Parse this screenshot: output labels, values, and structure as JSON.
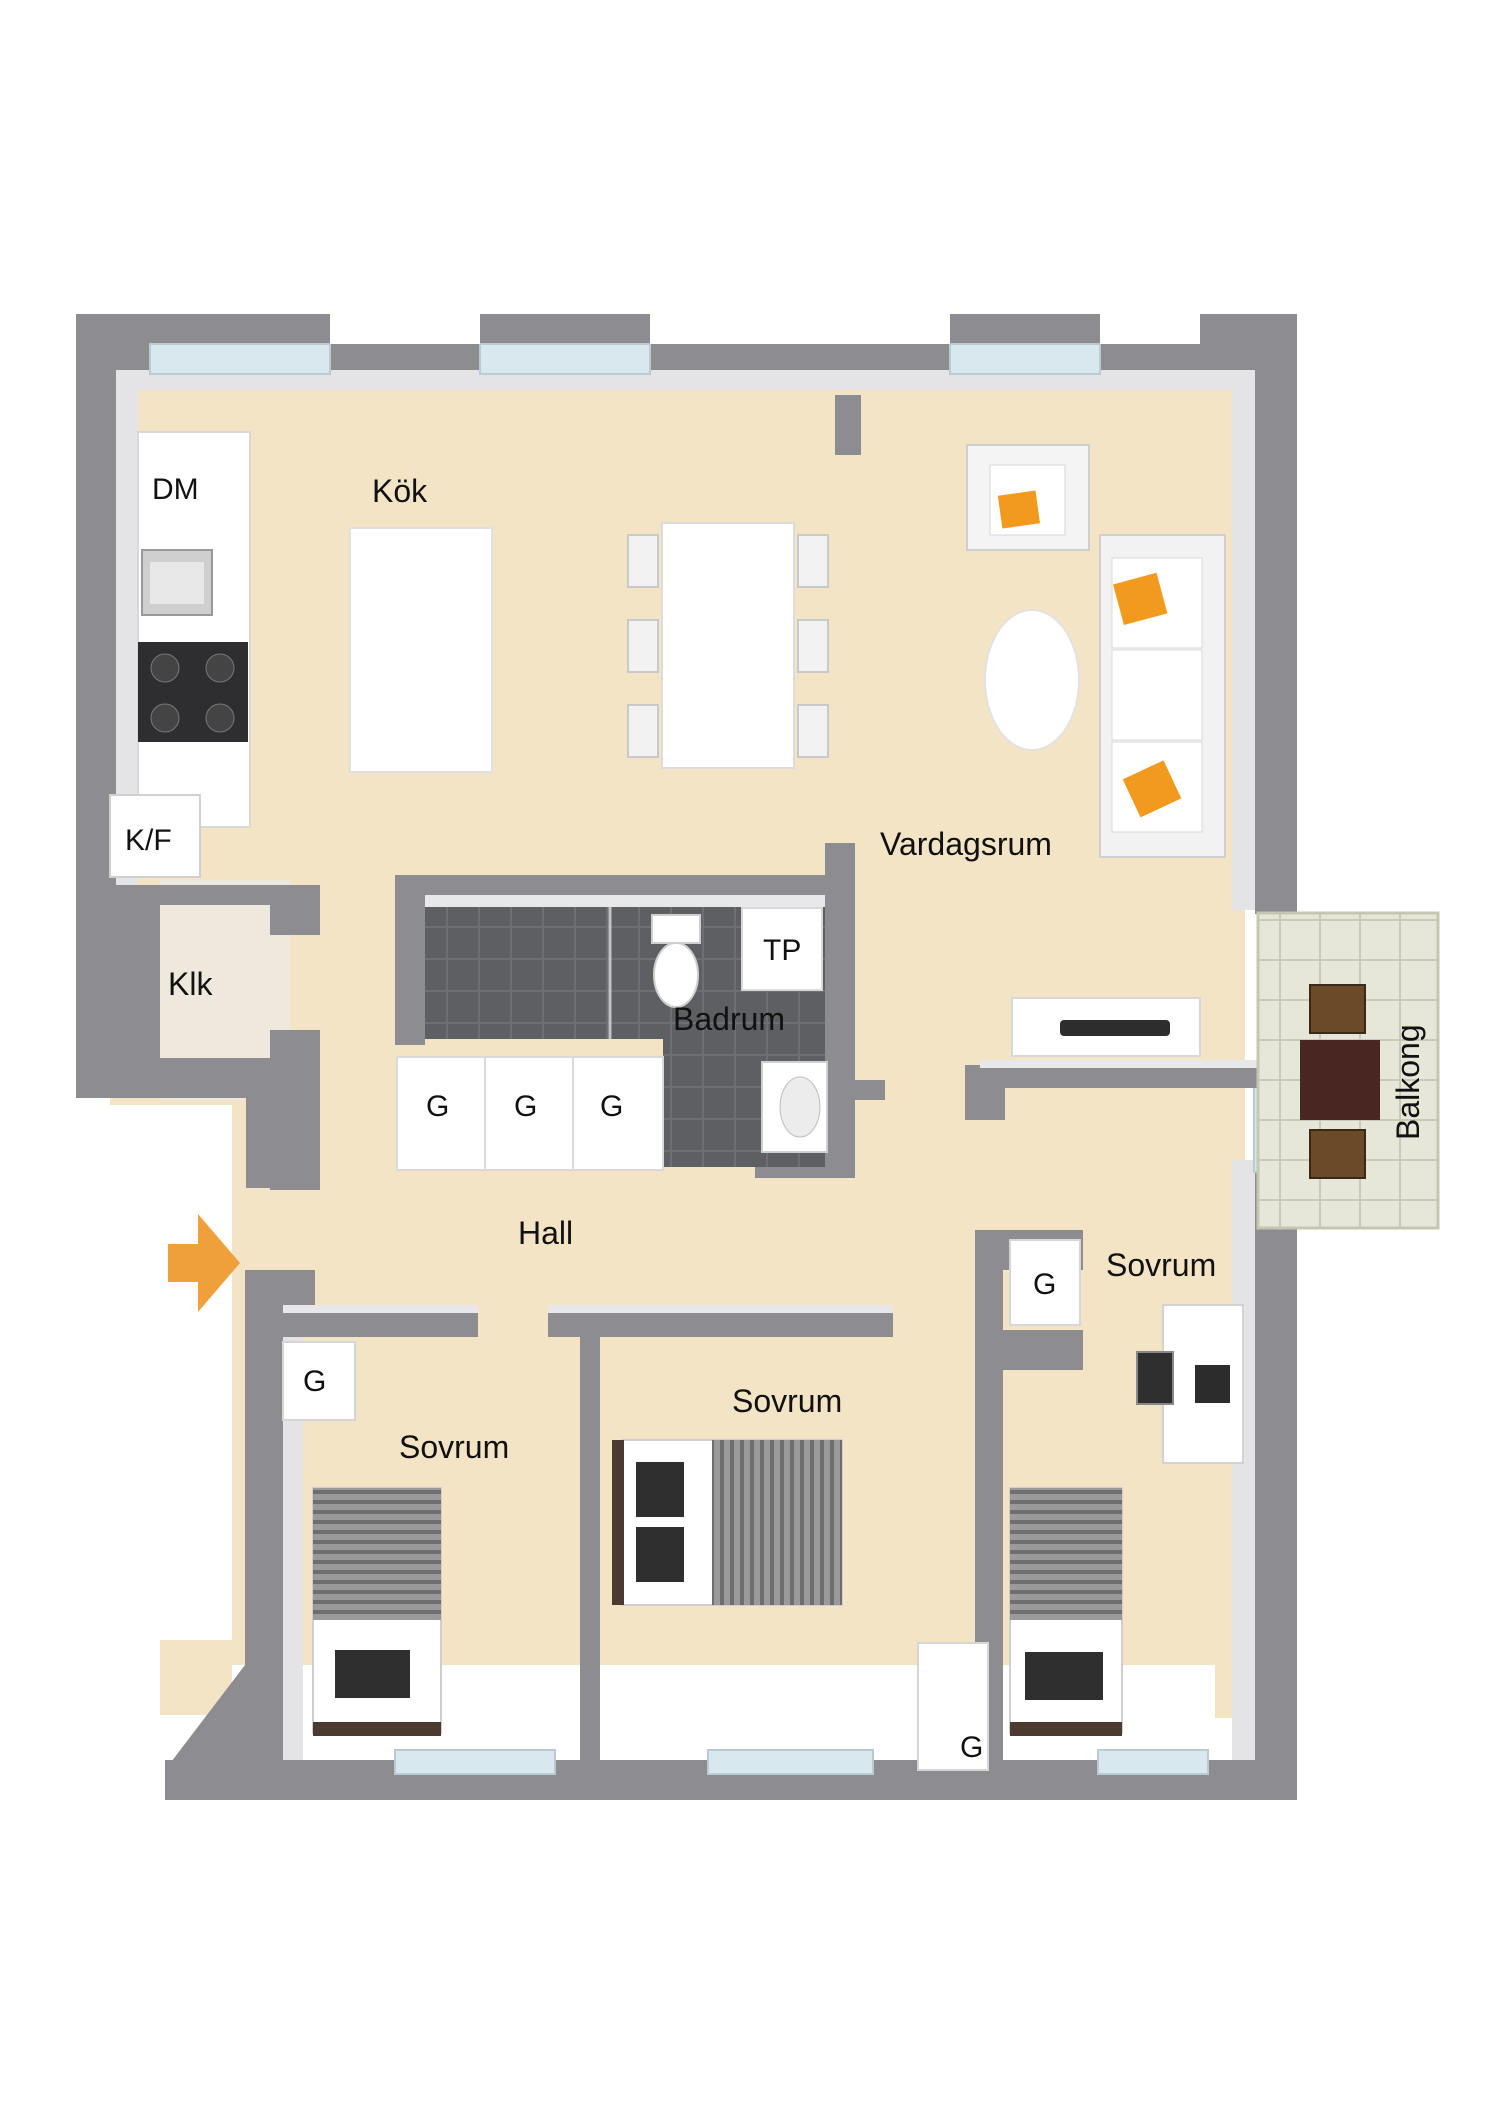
{
  "colors": {
    "floor": "#f3e4c6",
    "wall": "#8c8c91",
    "wall_top": "#9a9aa0",
    "window": "#d6e6ee",
    "fixture": "#ffffff",
    "tile": "#6d6f72",
    "accent_pillow": "#f29a1e",
    "entrance_arrow": "#f0a03a",
    "bed_stripe": "#8e8e8e",
    "balcony_floor": "#e3e3d6",
    "balcony_table": "#4a2622"
  },
  "rooms": {
    "kitchen": "Kök",
    "living_room": "Vardagsrum",
    "closet": "Klk",
    "bathroom": "Badrum",
    "hall": "Hall",
    "balcony": "Balkong",
    "bedroom_left": "Sovrum",
    "bedroom_middle": "Sovrum",
    "bedroom_right": "Sovrum"
  },
  "fixtures": {
    "dishwasher": "DM",
    "fridge_freezer": "K/F",
    "laundry": "TP",
    "hall_wardrobe_1": "G",
    "hall_wardrobe_2": "G",
    "hall_wardrobe_3": "G",
    "bedroom_left_wardrobe": "G",
    "bedroom_middle_wardrobe": "G",
    "bedroom_right_wardrobe": "G"
  },
  "icons": {
    "entrance": "entrance-arrow-icon"
  }
}
